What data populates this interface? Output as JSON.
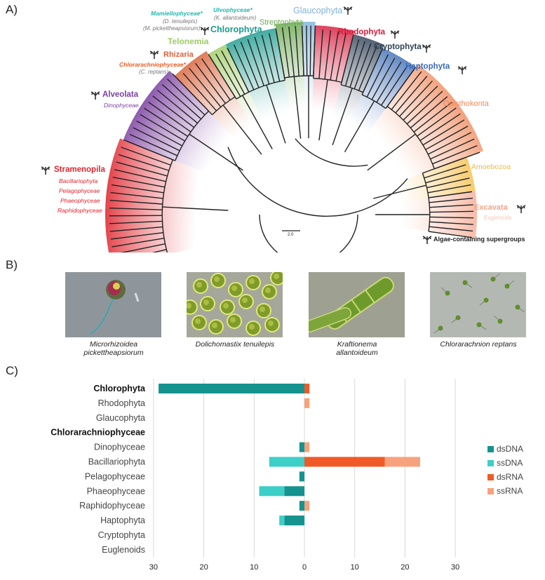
{
  "panels": {
    "a": "A)",
    "b": "B)",
    "c": "C)"
  },
  "tree": {
    "groups": [
      {
        "key": "glaucophyta",
        "label": "Glaucophyta",
        "color": "#7fb3d9"
      },
      {
        "key": "rhodophyta",
        "label": "Rhodophyta",
        "color": "#d81b3c"
      },
      {
        "key": "cryptophyta",
        "label": "Cryptophyta",
        "color": "#2e4057"
      },
      {
        "key": "haptophyta",
        "label": "Haptophyta",
        "color": "#3a6bb5"
      },
      {
        "key": "opisthokonta",
        "label": "Opisthokonta",
        "color": "#f08a5d"
      },
      {
        "key": "amoebozoa",
        "label": "Amoebozoa",
        "color": "#f6b93b"
      },
      {
        "key": "excavata",
        "label": "Excavata",
        "color": "#f4a48a"
      },
      {
        "key": "euglenoids",
        "label": "Euglenoids",
        "color": "#f6c6b3"
      },
      {
        "key": "streptophyta",
        "label": "Streptophyta",
        "color": "#6aa84f"
      },
      {
        "key": "chlorophyta",
        "label": "Chlorophyta",
        "color": "#1a9a8e"
      },
      {
        "key": "telonemia",
        "label": "Telonemia",
        "color": "#9ccc65"
      },
      {
        "key": "rhizaria",
        "label": "Rhizaria",
        "color": "#d9623b"
      },
      {
        "key": "alveolata",
        "label": "Alveolata",
        "color": "#7b3fa0"
      },
      {
        "key": "stramenopila",
        "label": "Stramenopila",
        "color": "#e0262f"
      }
    ],
    "mamiello": "Mamiellophyceae*",
    "mamiello_sub1": "(D. tenuilepis)",
    "mamiello_sub2": "(M. pickettheapsiorum)",
    "ulvo": "Ulvophyceae*",
    "ulvo_sub": "(K. allantoideum)",
    "chlorarach": "Chlorarachniophyceae*",
    "chlorarach_sub": "(C. reptans)",
    "dinophyceae": "Dinophyceae",
    "stramenopila_subs": [
      "Bacillariophyta",
      "Pelagophyceae",
      "Phaeophyceae",
      "Raphidophyceae"
    ],
    "scale": "2.0",
    "legend": "Algae-containing supergroups"
  },
  "photos": [
    {
      "caption_line1": "Microrhizoidea",
      "caption_line2": "pickettheapsiorum"
    },
    {
      "caption_line1": "Dolichomastix tenuilepis",
      "caption_line2": ""
    },
    {
      "caption_line1": "Kraftionema",
      "caption_line2": "allantoideum"
    },
    {
      "caption_line1": "Chlorarachnion reptans",
      "caption_line2": ""
    }
  ],
  "chart_data": {
    "type": "bar",
    "orientation": "horizontal",
    "categories": [
      "Chlorophyta",
      "Rhodophyta",
      "Glaucophyta",
      "Chlorarachniophyceae",
      "Dinophyceae",
      "Bacillariophyta",
      "Pelagophyceae",
      "Phaeophyceae",
      "Raphidophyceae",
      "Haptophyta",
      "Cryptophyta",
      "Euglenoids"
    ],
    "bold_categories": [
      "Chlorophyta",
      "Chlorarachniophyceae"
    ],
    "series": [
      {
        "name": "dsDNA",
        "color": "#14938f",
        "side": "left",
        "values": [
          29,
          0,
          0,
          0,
          1,
          0,
          1,
          4,
          1,
          4,
          0,
          0
        ]
      },
      {
        "name": "ssDNA",
        "color": "#3ccfc7",
        "side": "left",
        "values": [
          0,
          0,
          0,
          0,
          0,
          7,
          0,
          5,
          0,
          1,
          0,
          0
        ]
      },
      {
        "name": "dsRNA",
        "color": "#f05a28",
        "side": "right",
        "values": [
          1,
          0,
          0,
          0,
          0,
          16,
          0,
          0,
          0,
          0,
          0,
          0
        ]
      },
      {
        "name": "ssRNA",
        "color": "#f7a27c",
        "side": "right",
        "values": [
          0,
          1,
          0,
          0,
          1,
          7,
          0,
          0,
          1,
          0,
          0,
          0
        ]
      }
    ],
    "xticks": [
      "30",
      "20",
      "10",
      "0",
      "10",
      "20",
      "30"
    ],
    "xlim": [
      -30,
      30
    ],
    "grid": true,
    "legend_position": "right"
  }
}
